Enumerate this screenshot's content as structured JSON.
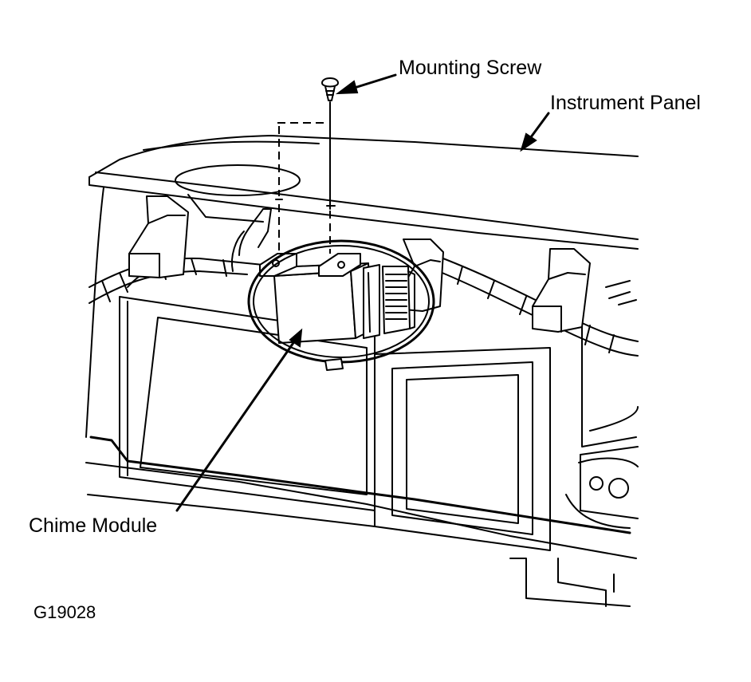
{
  "diagram": {
    "labels": {
      "mounting_screw": "Mounting Screw",
      "instrument_panel": "Instrument Panel",
      "chime_module": "Chime Module",
      "figure_id": "G19028"
    }
  }
}
